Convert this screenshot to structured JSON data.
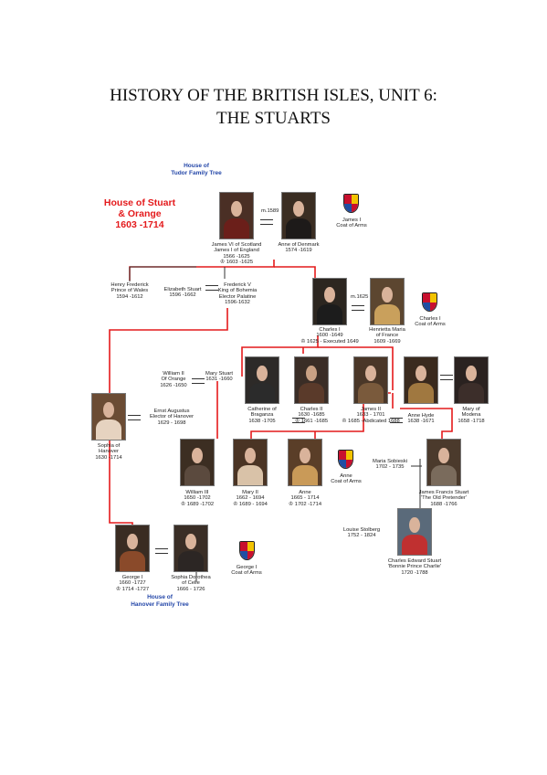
{
  "title": {
    "line1": "HISTORY OF THE BRITISH ISLES, UNIT 6:",
    "line2": "THE STUARTS"
  },
  "tree": {
    "top_link": [
      "House of",
      "Tudor Family Tree"
    ],
    "bottom_link": [
      "House of",
      "Hanover Family Tree"
    ],
    "house_heading": [
      "House of Stuart",
      "& Orange",
      "1603 -1714"
    ],
    "line_color": "#e41a1c",
    "link_color": "#2346a8",
    "people": {
      "james_vi": [
        "James VI of Scotland",
        "James I of England",
        "1566 -1625",
        "♔ 1603 -1625"
      ],
      "anne_denmark": [
        "Anne of Denmark",
        "1574 -1619"
      ],
      "henry_frederick": [
        "Henry Frederick",
        "Prince of Wales",
        "1594 -1612"
      ],
      "elizabeth_stuart": [
        "Elizabeth Stuart",
        "1596 -1662"
      ],
      "frederick_v": [
        "Frederick V",
        "King of Bohemia",
        "Elector Palatine",
        "1596-1632"
      ],
      "charles_i": [
        "Charles I",
        "1600 -1649",
        "♔ 1625 - Executed 1649"
      ],
      "henrietta_maria": [
        "Henrietta Maria",
        "of France",
        "1609 -1669"
      ],
      "william_ii": [
        "William II",
        "Of Orange",
        "1626 -1650"
      ],
      "mary_stuart": [
        "Mary Stuart",
        "1631 -1660"
      ],
      "catherine": [
        "Catherine of",
        "Braganza",
        "1638 -1705"
      ],
      "charles_ii": [
        "Charles II",
        "1630 -1685",
        "♔ 1661 -1685"
      ],
      "james_ii": [
        "James II",
        "1633 - 1701",
        "♔ 1685 -Abdicated 1688"
      ],
      "anne_hyde": [
        "Anne Hyde",
        "1638 -1671"
      ],
      "mary_modena": [
        "Mary of",
        "Modena",
        "1658 -1718"
      ],
      "ernst_augustus": [
        "Ernst Augustus",
        "Elector of Hanover",
        "1629 - 1698"
      ],
      "sophia": [
        "Sophia of",
        "Hanover",
        "1630 -1714"
      ],
      "william_iii": [
        "William III",
        "1650 -1702",
        "♔ 1689 -1702"
      ],
      "mary_ii": [
        "Mary II",
        "1662 - 1694",
        "♔ 1689 - 1694"
      ],
      "anne": [
        "Anne",
        "1665 - 1714",
        "♔ 1702 -1714"
      ],
      "maria_sobieski": [
        "Maria Sobieski",
        "1702 - 1735"
      ],
      "james_francis": [
        "James Francis Stuart",
        "'The Old Pretender'",
        "1688 -1766"
      ],
      "louise_stolberg": [
        "Louise Stolberg",
        "1752 - 1824"
      ],
      "charles_edward": [
        "Charles Edward Stuart",
        "'Bonnie Prince Charlie'",
        "1720 -1788"
      ],
      "george_i": [
        "George I",
        "1660 -1727",
        "♔ 1714 -1727"
      ],
      "sophia_dorothea": [
        "Sophia Dorothea",
        "of Celle",
        "1666 - 1726"
      ]
    },
    "arms": {
      "james_i": [
        "James I",
        "Coat of Arms"
      ],
      "charles_i": [
        "Charles I",
        "Coat of Arms"
      ],
      "anne": [
        "Anne",
        "Coat of Arms"
      ],
      "george_i": [
        "George I",
        "Coat of Arms"
      ]
    },
    "marriages": {
      "m1589": "m.1589",
      "m1625": "m.1625"
    }
  }
}
